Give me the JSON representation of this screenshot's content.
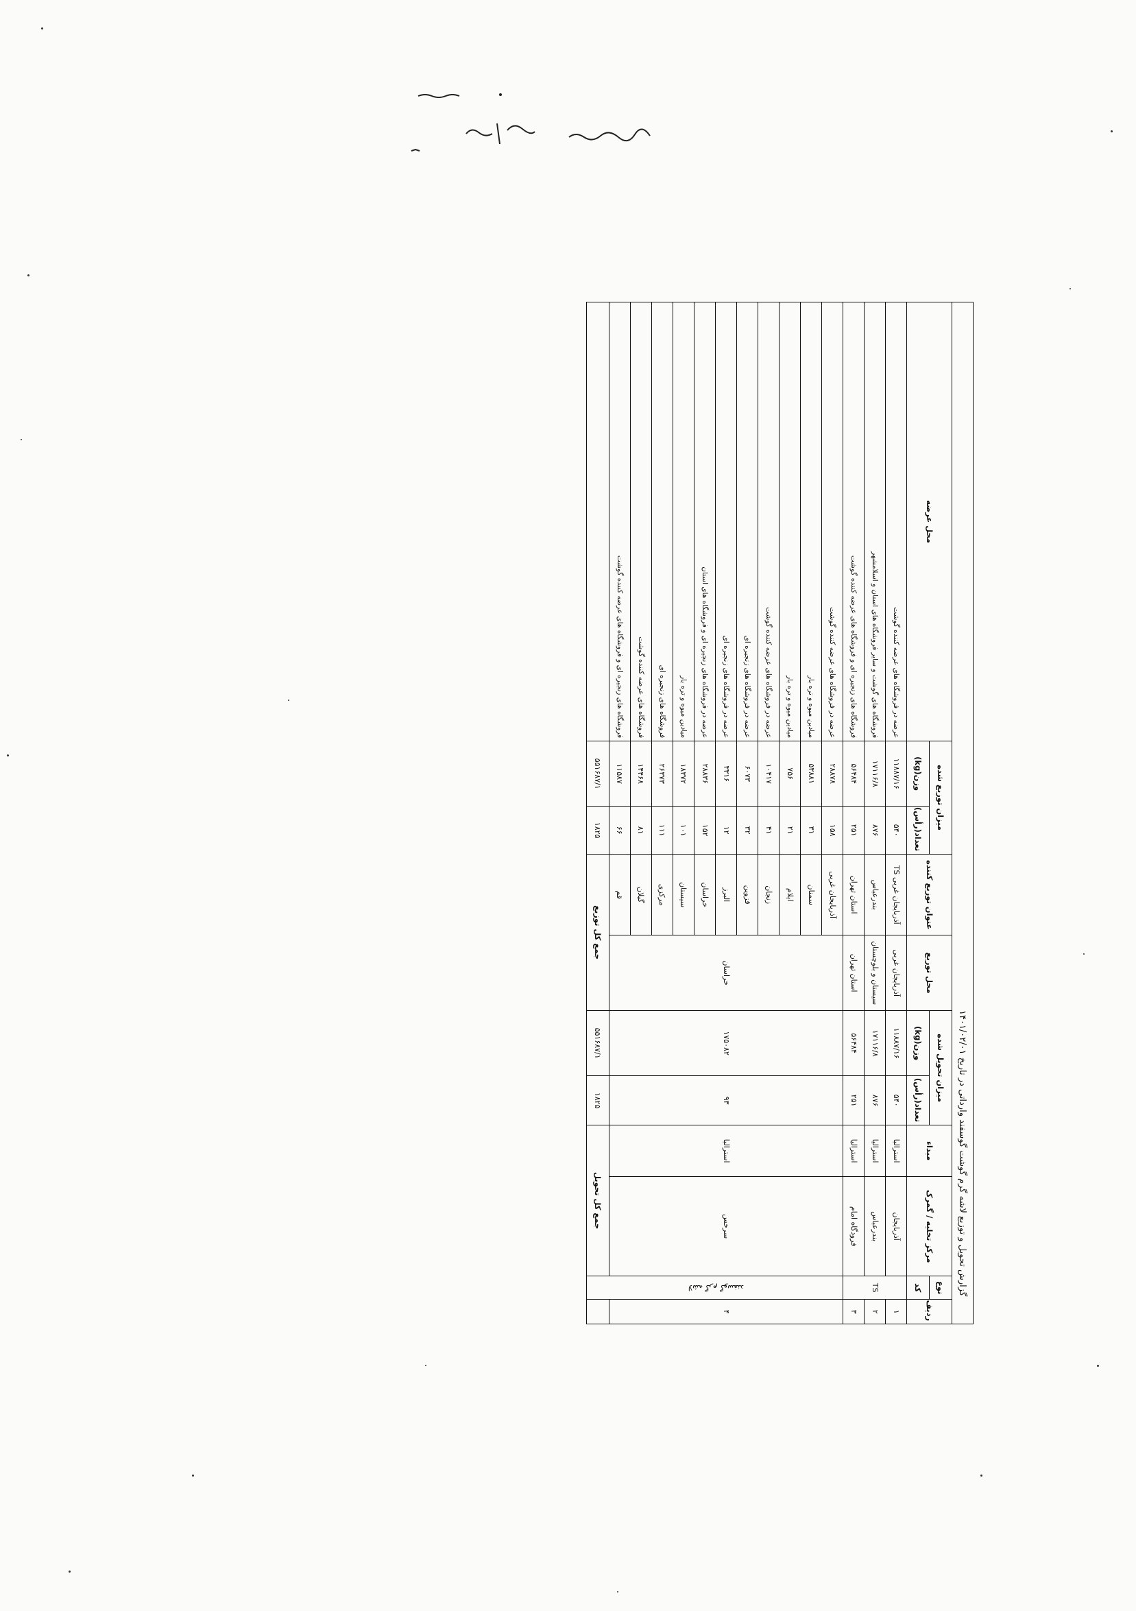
{
  "document": {
    "title": "گزارش تحویل و توزیع لاشه گرم گوشت گوسفند وارداتی در تاریخ ۱۴۰۱/۰۲/۰۱",
    "columns": {
      "row_no": "ردیف",
      "type": "نوع",
      "code": "کد",
      "origin_customs": "مرکز تخلیه / گمرک",
      "source": "مبداء",
      "received_qty": "میزان تحویل شده",
      "count_head": "تعداد(رأس)",
      "weight_kg": "وزن(kg)",
      "distribution_point": "محل توزیع",
      "distributor": "عنوان توزیع کننده",
      "distributed_qty": "میزان توزیع شده",
      "destination": "محل عرضه"
    },
    "group_label": "لاشه گرم گوسفند",
    "rows": [
      {
        "row_no": "۱",
        "type": "TS",
        "origin_customs": "آذربایجان",
        "source": "استرالیا",
        "count_head": "۵۴۰",
        "weight_kg": "۱۱۸۸۷/۱۶",
        "distribution_point": "آذربایجان غربی",
        "distributor": "آذربایجان غربی TS",
        "d_count": "۵۴۰",
        "d_weight": "۱۱۸۸۷/۱۶",
        "destination": "عرضه در فروشگاه های عرضه کننده گوشت"
      },
      {
        "row_no": "۲",
        "type": "",
        "origin_customs": "بندرعباس",
        "source": "استرالیا",
        "count_head": "۸۷۶",
        "weight_kg": "۱۷۱۱۶/۸",
        "distribution_point": "سیستان و بلوچستان",
        "distributor": "بندرعباس",
        "d_count": "۸۷۶",
        "d_weight": "۱۷۱۱۶/۸",
        "destination": "فروشگاه های گوشت و سایر فروشگاه های استان و اسلامشهر"
      },
      {
        "row_no": "۳",
        "type": "",
        "origin_customs": "فرودگاه امام",
        "source": "استرالیا",
        "count_head": "۲۵۱",
        "weight_kg": "۵۶۴۸۴",
        "distribution_point": "استان تهران",
        "distributor": "استان تهران",
        "d_count": "۲۵۱",
        "d_weight": "۵۶۴۸۴",
        "destination": "فروشگاه های زنجیره ای و فروشگاه های عرضه کننده گوشت"
      }
    ],
    "sub_rows": [
      {
        "distributor": "آذربایجان غربی",
        "d_count": "۱۵۸",
        "d_weight": "۲۸۸۷۸",
        "destination": "عرضه در فروشگاه های عرضه کننده گوشت"
      },
      {
        "distributor": "سمنان",
        "d_count": "۳۱",
        "d_weight": "۵۳۸۸۱",
        "destination": "میادین میوه و تره بار"
      },
      {
        "distributor": "ایلام",
        "d_count": "۲۱",
        "d_weight": "۷۵۶",
        "destination": "میادین میوه و تره بار"
      },
      {
        "distributor": "زنجان",
        "d_count": "۴۱",
        "d_weight": "۱۰۴۱۷",
        "destination": "عرضه در فروشگاه های عرضه کننده گوشت"
      },
      {
        "distributor": "قزوین",
        "d_count": "۳۲",
        "d_weight": "۶۰۷۳",
        "destination": "عرضه در فروشگاه های زنجیره ای"
      },
      {
        "distributor": "البرز",
        "d_count": "۱۲",
        "d_weight": "۳۳۱۶",
        "destination": "عرضه در فروشگاه های زنجیره ای"
      },
      {
        "distributor": "خراسان",
        "d_count": "۱۵۲",
        "d_weight": "۲۸۸۳۶",
        "destination": "عرضه در فروشگاه های زنجیره ای و فروشگاه های استان"
      },
      {
        "distributor": "سیستان",
        "d_count": "۱۰۱",
        "d_weight": "۱۸۳۷۲",
        "destination": "میادین میوه و تره بار"
      },
      {
        "distributor": "مرکزی",
        "d_count": "۱۱۱",
        "d_weight": "۲۶۳۷۳",
        "destination": "فروشگاه های زنجیره ای"
      },
      {
        "distributor": "گیلان",
        "d_count": "۸۱",
        "d_weight": "۱۴۴۶۸",
        "destination": "فروشگاه های عرضه کننده گوشت"
      },
      {
        "distributor": "قم",
        "d_count": "۶۶",
        "d_weight": "۱۱۵۸۷",
        "destination": "فروشگاه های زنجیره ای و فروشگاه های عرضه کننده گوشت"
      }
    ],
    "group_center": {
      "origin_customs": "سرخس",
      "source": "استرالیا",
      "count_head": "۹۳",
      "weight_kg": "۱۷۵۰۸۲",
      "distribution_point": "خراسان"
    },
    "total_received_label": "جمع کل تحویل",
    "total_received_count": "۱۸۲۵",
    "total_received_weight": "۵۵۱۶۸۷/۱",
    "total_distributed_label": "جمع کل توزیع",
    "total_distributed_count": "۱۸۲۵",
    "total_distributed_weight": "۵۵۱۶۸۷/۱",
    "row4_no": "۴"
  }
}
